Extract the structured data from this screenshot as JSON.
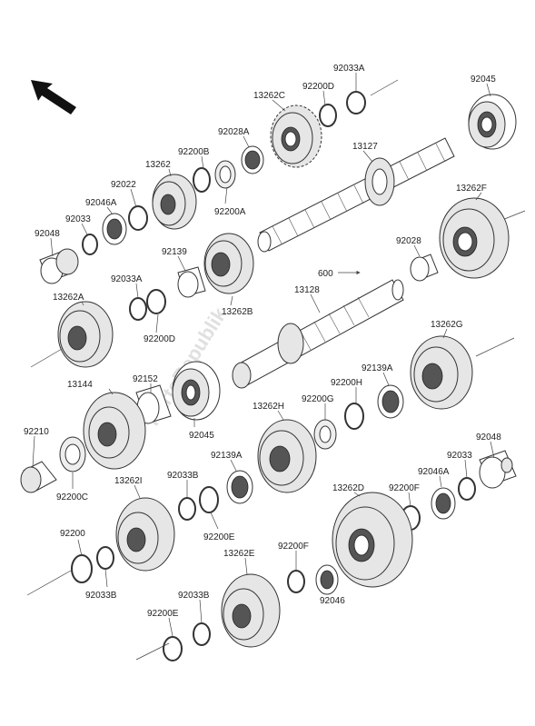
{
  "labels": {
    "l92033A_top": "92033A",
    "l92045_top": "92045",
    "l13262C": "13262C",
    "l92200D_top": "92200D",
    "l92028A": "92028A",
    "l13127": "13127",
    "l92200B": "92200B",
    "l13262": "13262",
    "l92022": "92022",
    "l92046A_top": "92046A",
    "l92033_top": "92033",
    "l92048_top": "92048",
    "l92200A": "92200A",
    "l13262F": "13262F",
    "l92139": "92139",
    "l92028": "92028",
    "l600": "600",
    "l92033A_mid": "92033A",
    "l13128": "13128",
    "l13262A": "13262A",
    "l13262B": "13262B",
    "l92200D_mid": "92200D",
    "l13262G": "13262G",
    "l92152": "92152",
    "l13144": "13144",
    "l92139A_mid": "92139A",
    "l92200H": "92200H",
    "l92200G": "92200G",
    "l13262H": "13262H",
    "l92045_mid": "92045",
    "l92210": "92210",
    "l92048_bot": "92048",
    "l92033_bot": "92033",
    "l92139A_bot": "92139A",
    "l92200C": "92200C",
    "l92033B_mid": "92033B",
    "l13262I": "13262I",
    "l13262D": "13262D",
    "l92200F_right": "92200F",
    "l92046A_bot": "92046A",
    "l92200E_mid": "92200E",
    "l92200": "92200",
    "l92033B_left": "92033B",
    "l13262E": "13262E",
    "l92200F_mid": "92200F",
    "l92033B_bot": "92033B",
    "l92046": "92046",
    "l92200E_bot": "92200E"
  },
  "watermark": "PartsRepublik",
  "icons": {
    "direction_arrow": "arrow-up-left-icon"
  }
}
